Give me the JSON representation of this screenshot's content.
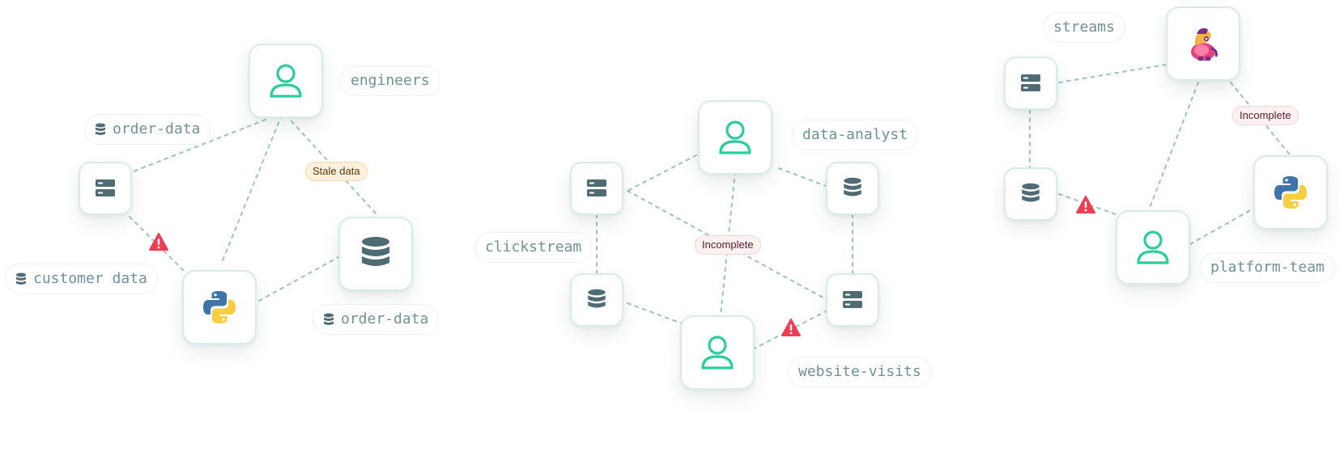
{
  "colors": {
    "edge": "#9ec2c4",
    "node_border": "#d8ece7",
    "user_icon": "#2dcc9f",
    "db_icon": "#4f6b73",
    "warning": "#ee3e54",
    "label_text": "#6f9198"
  },
  "graphs": [
    {
      "labels": {
        "engineers": "engineers",
        "order_data_top": "order-data",
        "customer_data": "customer data",
        "order_data_bottom": "order-data"
      },
      "badges": {
        "stale": "Stale data"
      }
    },
    {
      "labels": {
        "data_analyst": "data-analyst",
        "clickstream": "clickstream",
        "website_visits": "website-visits"
      },
      "badges": {
        "incomplete": "Incomplete"
      }
    },
    {
      "labels": {
        "streams": "streams",
        "platform_team": "platform-team"
      },
      "badges": {
        "incomplete": "Incomplete"
      }
    }
  ],
  "icons": {
    "user": "user-icon",
    "server": "server-icon",
    "database": "database-icon",
    "python": "python-logo-icon",
    "mascot": "mascot-logo-icon",
    "warning": "warning-triangle-icon"
  }
}
